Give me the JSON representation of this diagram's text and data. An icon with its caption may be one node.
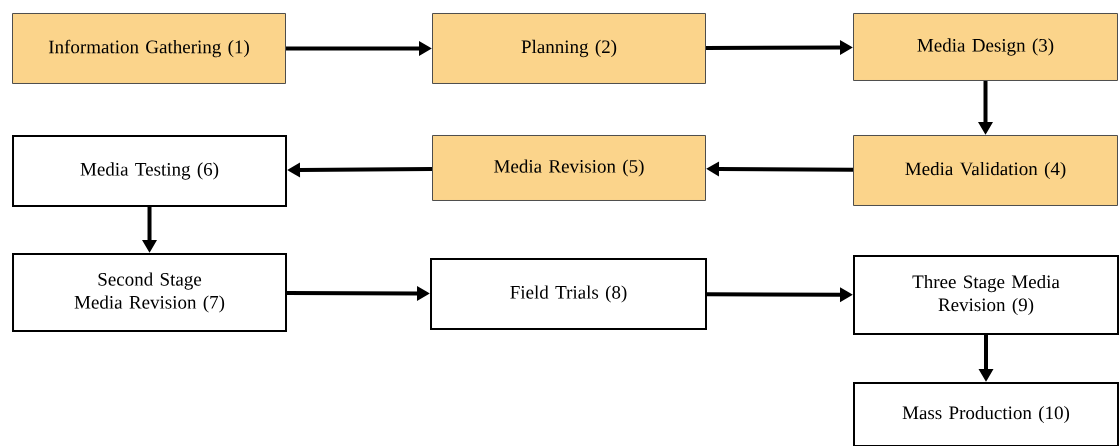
{
  "diagram": {
    "nodes": [
      {
        "text": [
          "Information Gathering (1)"
        ]
      },
      {
        "text": [
          "Planning (2)"
        ]
      },
      {
        "text": [
          "Media Design (3)"
        ]
      },
      {
        "text": [
          "Media Validation (4)"
        ]
      },
      {
        "text": [
          "Media Revision (5)"
        ]
      },
      {
        "text": [
          "Media Testing (6)"
        ]
      },
      {
        "text": [
          "Second Stage Media Revision (7)"
        ]
      },
      {
        "text": [
          "Field Trials (8)"
        ]
      },
      {
        "text": [
          "Three Stage Media Revision (9)"
        ]
      },
      {
        "text": [
          "Mass Production (10)"
        ]
      }
    ],
    "edges": [
      {
        "from": 0,
        "to": 1,
        "arrow": "to"
      },
      {
        "from": 1,
        "to": 2,
        "arrow": "to"
      },
      {
        "from": 2,
        "to": 3,
        "arrow": "to"
      },
      {
        "from": 3,
        "to": 4,
        "arrow": "to"
      },
      {
        "from": 4,
        "to": 5,
        "arrow": "to"
      },
      {
        "from": 5,
        "to": 6,
        "arrow": "to"
      },
      {
        "from": 6,
        "to": 7,
        "arrow": "to"
      },
      {
        "from": 7,
        "to": 8,
        "arrow": "to"
      },
      {
        "from": 8,
        "to": 9,
        "arrow": "to"
      }
    ]
  }
}
